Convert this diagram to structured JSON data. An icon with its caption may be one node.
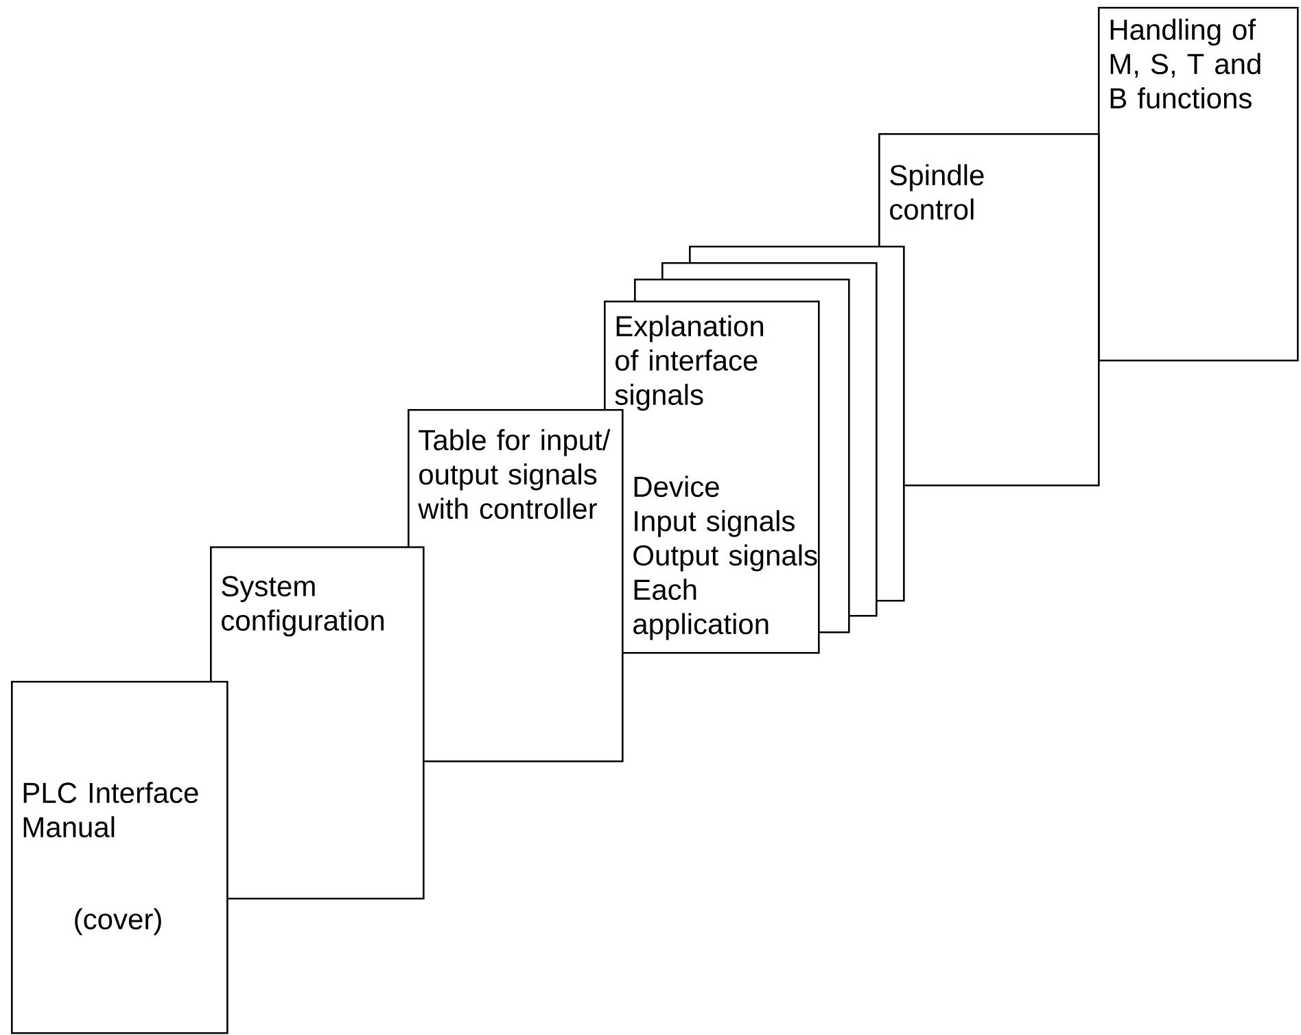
{
  "diagram": {
    "nodes": [
      {
        "text": [
          "PLC Interface Manual",
          "(cover)"
        ]
      },
      {
        "text": [
          "System configuration"
        ]
      },
      {
        "text": [
          "Table for input/ output signals with controller"
        ]
      },
      {
        "text": [
          "Explanation of interface signals",
          "Device",
          "Input signals",
          "Output signals",
          "Each application"
        ]
      },
      {
        "text": [],
        "shape": "box"
      },
      {
        "text": [],
        "shape": "box"
      },
      {
        "text": [],
        "shape": "box"
      },
      {
        "text": [
          "Spindle control"
        ]
      },
      {
        "text": [
          "Handling of M, S, T and B functions"
        ]
      }
    ]
  }
}
